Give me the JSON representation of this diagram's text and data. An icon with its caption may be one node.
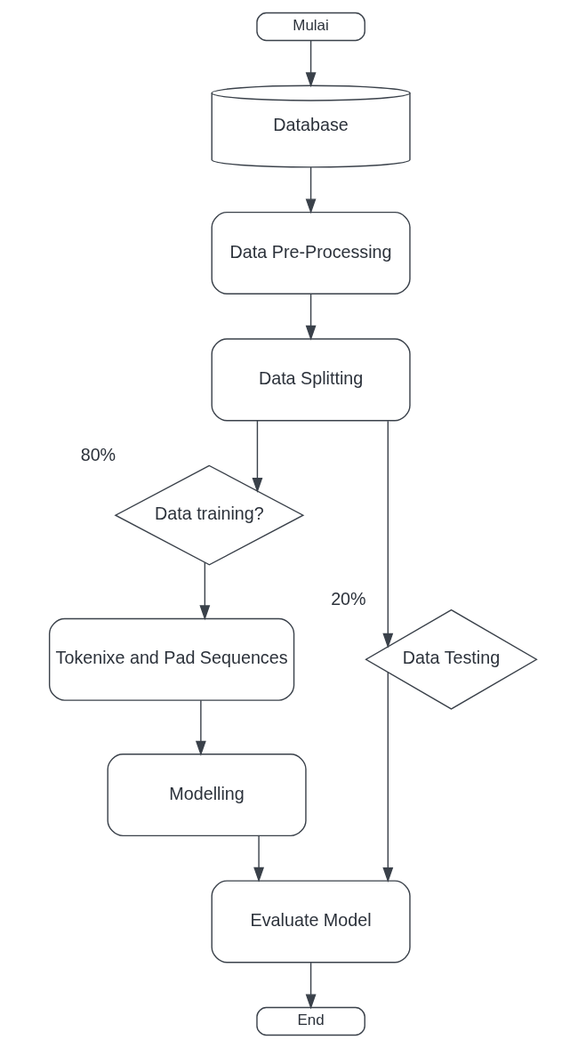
{
  "diagram": {
    "nodes": [
      {
        "text": [
          "Mulai"
        ]
      },
      {
        "text": [
          "Database"
        ]
      },
      {
        "text": [
          "Data Pre-Processing"
        ]
      },
      {
        "text": [
          "Data Splitting"
        ]
      },
      {
        "text": [
          "Data training?"
        ],
        "beside": [
          "80%"
        ]
      },
      {
        "text": [
          "Data Testing"
        ],
        "beside": [
          "20%"
        ]
      },
      {
        "text": [
          "Tokenixe and Pad Sequences"
        ]
      },
      {
        "text": [
          "Modelling"
        ]
      },
      {
        "text": [
          "Evaluate Model"
        ]
      },
      {
        "text": [
          "End"
        ]
      }
    ],
    "edges": [
      {
        "from": 0,
        "to": 1,
        "arrow": "to"
      },
      {
        "from": 1,
        "to": 2,
        "arrow": "to"
      },
      {
        "from": 2,
        "to": 3,
        "arrow": "to"
      },
      {
        "from": 3,
        "to": 4,
        "arrow": "to"
      },
      {
        "from": 3,
        "to": 5,
        "arrow": "to"
      },
      {
        "from": 4,
        "to": 6,
        "arrow": "to"
      },
      {
        "from": 6,
        "to": 7,
        "arrow": "to"
      },
      {
        "from": 7,
        "to": 8,
        "arrow": "to"
      },
      {
        "from": 5,
        "to": 8,
        "arrow": "to"
      },
      {
        "from": 8,
        "to": 9,
        "arrow": "to"
      }
    ]
  }
}
